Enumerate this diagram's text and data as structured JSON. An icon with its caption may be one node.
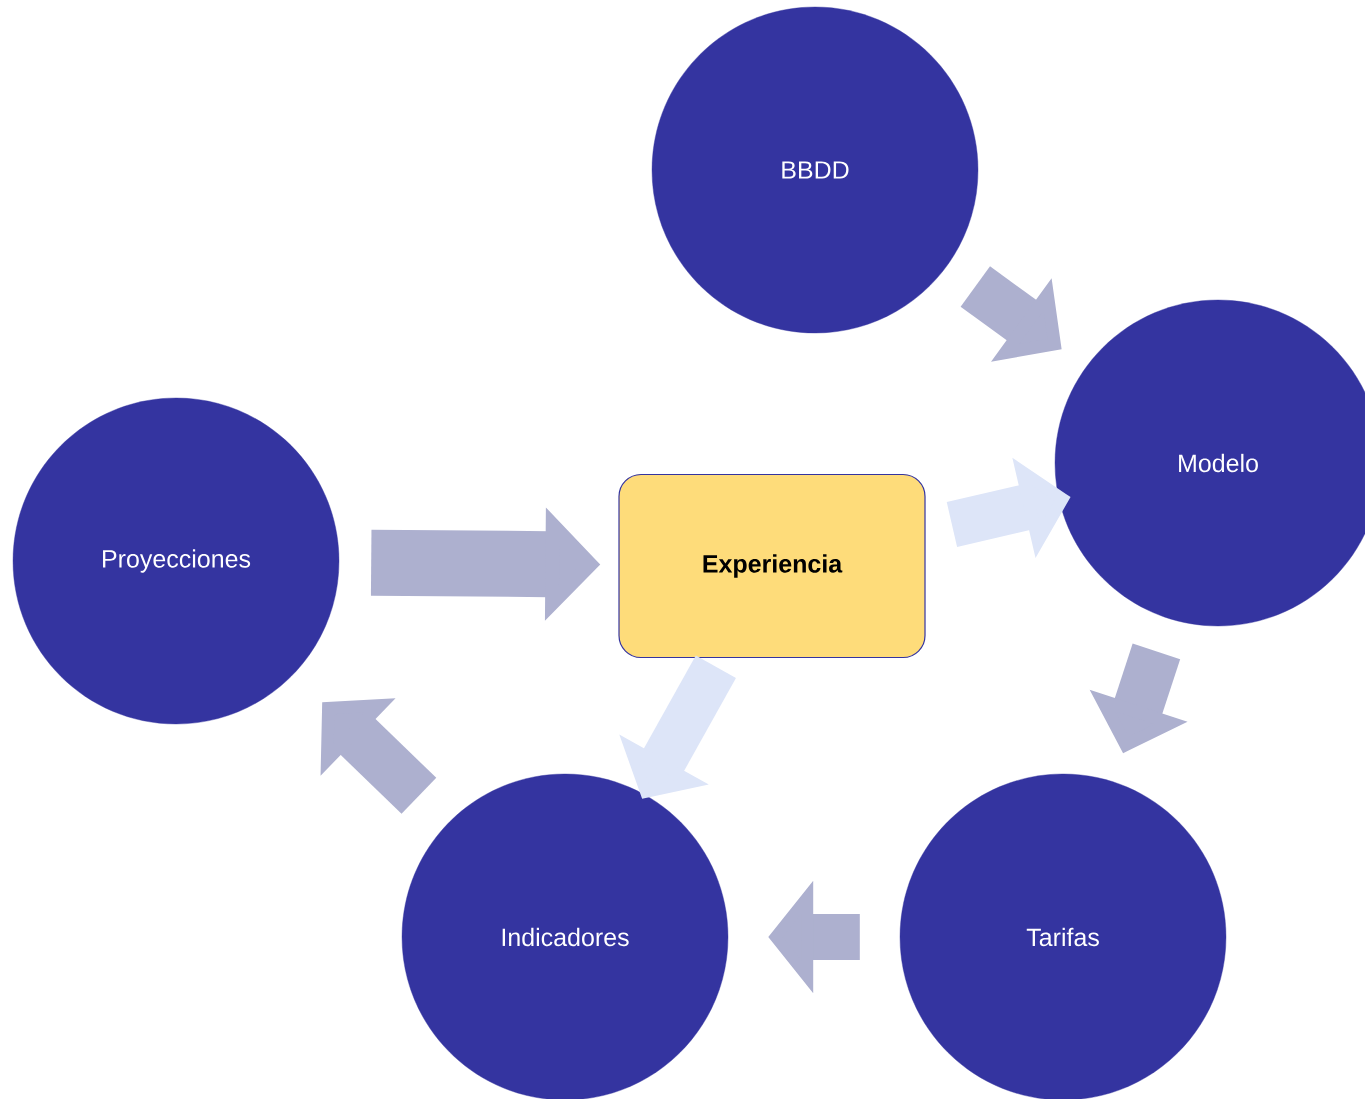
{
  "diagram": {
    "nodes": [
      {
        "text": [
          "BBDD"
        ]
      },
      {
        "text": [
          "Modelo"
        ]
      },
      {
        "text": [
          "Tarifas"
        ]
      },
      {
        "text": [
          "Indicadores"
        ]
      },
      {
        "text": [
          "Proyecciones"
        ]
      },
      {
        "text": [
          "Experiencia"
        ]
      }
    ],
    "edges": [
      {
        "from": 0,
        "to": 1,
        "arrow": "to"
      },
      {
        "from": 1,
        "to": 2,
        "arrow": "to"
      },
      {
        "from": 2,
        "to": 3,
        "arrow": "to"
      },
      {
        "from": 3,
        "to": 4,
        "arrow": "to"
      },
      {
        "from": 4,
        "to": 5,
        "arrow": "to"
      },
      {
        "from": 5,
        "to": 1,
        "arrow": "to",
        "color": "#dde5f8"
      },
      {
        "from": 5,
        "to": 3,
        "arrow": "to",
        "color": "#dde5f8"
      }
    ]
  }
}
